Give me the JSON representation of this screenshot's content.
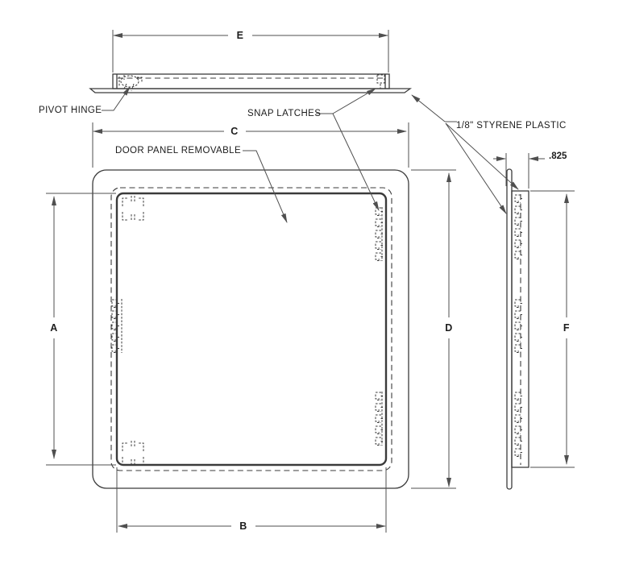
{
  "colors": {
    "background": "#ffffff",
    "object_line": "#3b3b3b",
    "dimension_line": "#4f4f4f",
    "text": "#1c1c1c"
  },
  "annotations": {
    "pivot_hinge": "PIVOT HINGE",
    "snap_latches": "SNAP LATCHES",
    "door_panel_removable": "DOOR PANEL REMOVABLE",
    "styrene_plastic": "1/8\" STYRENE PLASTIC"
  },
  "dimension_labels": {
    "a": "A",
    "b": "B",
    "c": "C",
    "d": "D",
    "e": "E",
    "f": "F"
  },
  "measurements": {
    "frame_depth": ".825"
  }
}
